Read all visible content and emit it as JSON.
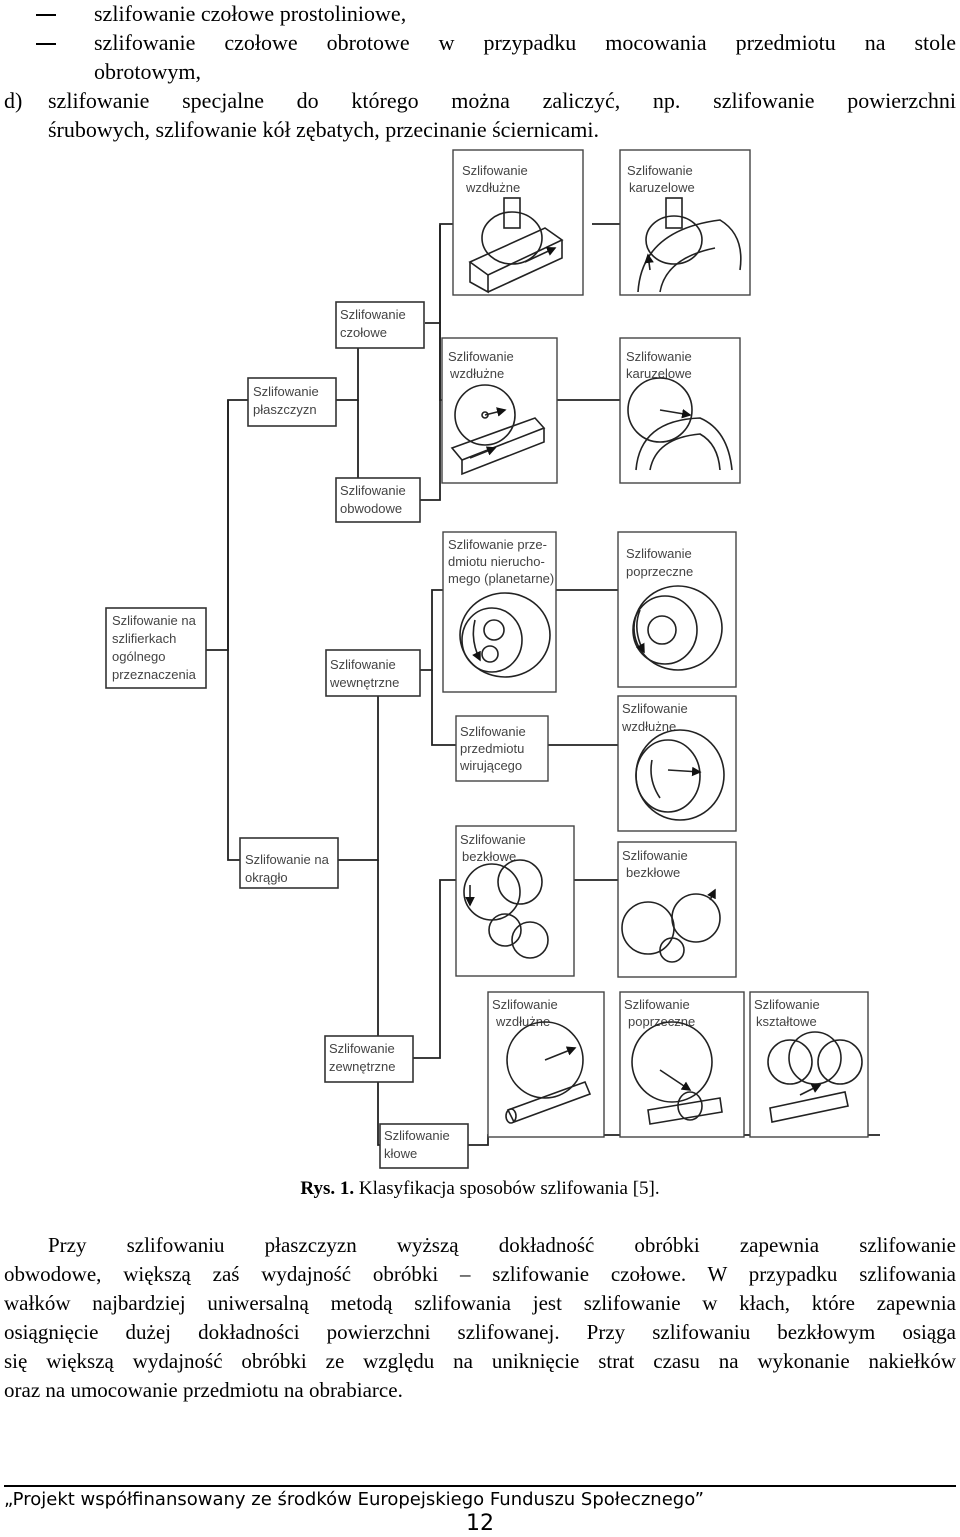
{
  "intro": {
    "bullet1": "szlifowanie czołowe prostoliniowe,",
    "bullet2_line1": "szlifowanie czołowe obrotowe w przypadku mocowania przedmiotu na stole",
    "bullet2_line2": "obrotowym,",
    "item_d_label": "d)",
    "item_d_line1": "szlifowanie specjalne do którego można zaliczyć, np. szlifowanie powierzchni",
    "item_d_line2": "śrubowych, szlifowanie kół zębatych, przecinanie ściernicami."
  },
  "figure": {
    "root": [
      "Szlifowanie na",
      "szlifierkach",
      "ogólnego",
      "przeznaczenia"
    ],
    "plaszczyzn": [
      "Szlifowanie",
      "płaszczyzn"
    ],
    "czolowe": [
      "Szlifowanie",
      "czołowe"
    ],
    "obwodowe": [
      "Szlifowanie",
      "obwodowe"
    ],
    "wewnetrzne": [
      "Szlifowanie",
      "wewnętrzne"
    ],
    "okraglo": [
      "Szlifowanie na",
      "okrągło"
    ],
    "zewnetrzne": [
      "Szlifowanie",
      "zewnętrzne"
    ],
    "klowe": [
      "Szlifowanie",
      "kłowe"
    ],
    "img_czolowe_wzdluzne": [
      "Szlifowanie",
      "wzdłużne"
    ],
    "img_czolowe_karuzelowe": [
      "Szlifowanie",
      "karuzelowe"
    ],
    "img_obwodowe_wzdluzne": [
      "Szlifowanie",
      "wzdłużne"
    ],
    "img_obwodowe_karuzelowe": [
      "Szlifowanie",
      "karuzelowe"
    ],
    "img_planetarne": [
      "Szlifowanie prze-",
      "dmiotu nierucho-",
      "mego (planetarne)"
    ],
    "img_wirujacego": [
      "Szlifowanie",
      "przedmiotu",
      "wirującego"
    ],
    "img_wew_bezklowe": [
      "Szlifowanie",
      "bezkłowe"
    ],
    "img_wew_poprzeczne": [
      "Szlifowanie",
      "poprzeczne"
    ],
    "img_wew_wzdluzne": [
      "Szlifowanie",
      "wzdłużne"
    ],
    "img_zew_bezklowe": [
      "Szlifowanie",
      "bezkłowe"
    ],
    "img_klowe_wzdluzne": [
      "Szlifowanie",
      "wzdłużne"
    ],
    "img_klowe_poprzeczne": [
      "Szlifowanie",
      "poprzeczne"
    ],
    "img_klowe_ksztaltowe": [
      "Szlifowanie",
      "kształtowe"
    ]
  },
  "caption": {
    "label": "Rys. 1.",
    "text": "Klasyfikacja sposobów szlifowania [5]."
  },
  "paragraph": [
    "Przy szlifowaniu płaszczyzn wyższą dokładność obróbki zapewnia szlifowanie",
    "obwodowe, większą zaś wydajność obróbki – szlifowanie czołowe. W przypadku szlifowania",
    "wałków najbardziej uniwersalną metodą szlifowania jest szlifowanie w kłach, które zapewnia",
    "osiągnięcie dużej dokładności powierzchni szlifowanej. Przy szlifowaniu bezkłowym osiąga",
    "się większą wydajność obróbki ze względu na uniknięcie strat czasu na wykonanie nakiełków",
    "oraz na umocowanie przedmiotu na obrabiarce."
  ],
  "footer": {
    "text": "„Projekt współfinansowany ze środków Europejskiego Funduszu Społecznego”",
    "page": "12"
  }
}
